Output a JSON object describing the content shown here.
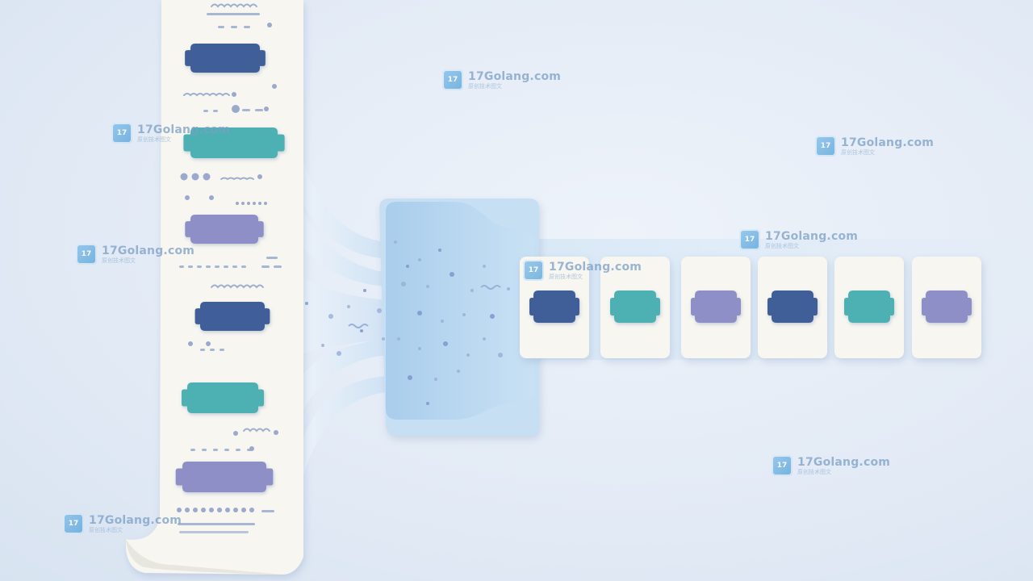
{
  "watermark": {
    "site": "17Golang.com",
    "subtitle": "原创技术图文"
  },
  "colors": {
    "background": "#e6edf7",
    "paper": "#f7f6f1",
    "navy": "#3f5f98",
    "teal": "#4db1b3",
    "lavender": "#8f8fc8",
    "funnel": "#bcd9f1",
    "stream": "#cfe3f5"
  },
  "icons": {
    "logo": "site-logo-icon",
    "token": "token-tile-icon"
  },
  "chips": {
    "scroll": [
      "navy",
      "teal",
      "lavender",
      "navy",
      "teal",
      "lavender"
    ],
    "cards": [
      "navy",
      "teal",
      "lavender",
      "navy",
      "teal",
      "lavender"
    ]
  }
}
